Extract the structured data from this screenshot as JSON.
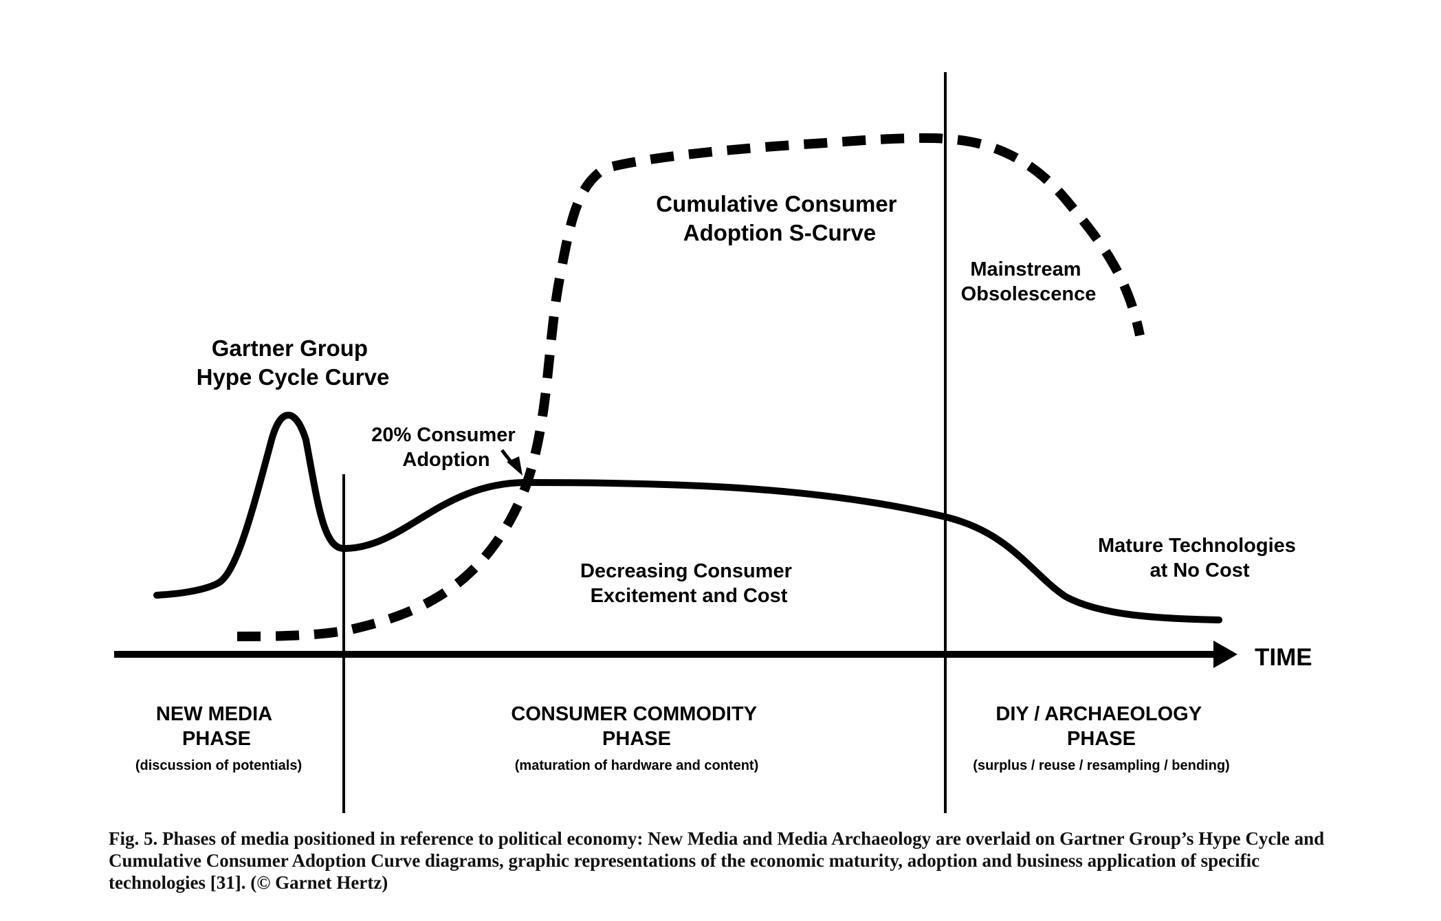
{
  "diagram": {
    "hype_curve_title": [
      "Gartner Group",
      "Hype Cycle Curve"
    ],
    "adoption_curve_title": [
      "Cumulative Consumer",
      "Adoption S-Curve"
    ],
    "adoption_point_label": [
      "20% Consumer",
      "Adoption"
    ],
    "obsolescence_label": [
      "Mainstream",
      "Obsolescence"
    ],
    "decreasing_label": [
      "Decreasing Consumer",
      "Excitement and Cost"
    ],
    "mature_label": [
      "Mature Technologies",
      "at No Cost"
    ],
    "axis_label": "TIME",
    "phases": [
      {
        "title": [
          "NEW MEDIA",
          "PHASE"
        ],
        "subtitle": "(discussion of potentials)"
      },
      {
        "title": [
          "CONSUMER COMMODITY",
          "PHASE"
        ],
        "subtitle": "(maturation of hardware and content)"
      },
      {
        "title": [
          "DIY / ARCHAEOLOGY",
          "PHASE"
        ],
        "subtitle": "(surplus / reuse / resampling / bending)"
      }
    ],
    "line_color": "#000000"
  },
  "caption": "Fig. 5. Phases of media positioned in reference to political economy: New Media and Media Archaeology are overlaid on Gartner Group’s Hype Cycle and Cumulative Consumer Adoption Curve diagrams, graphic representations of the economic maturity, adoption and business application of specific technologies [31]. (© Garnet Hertz)"
}
